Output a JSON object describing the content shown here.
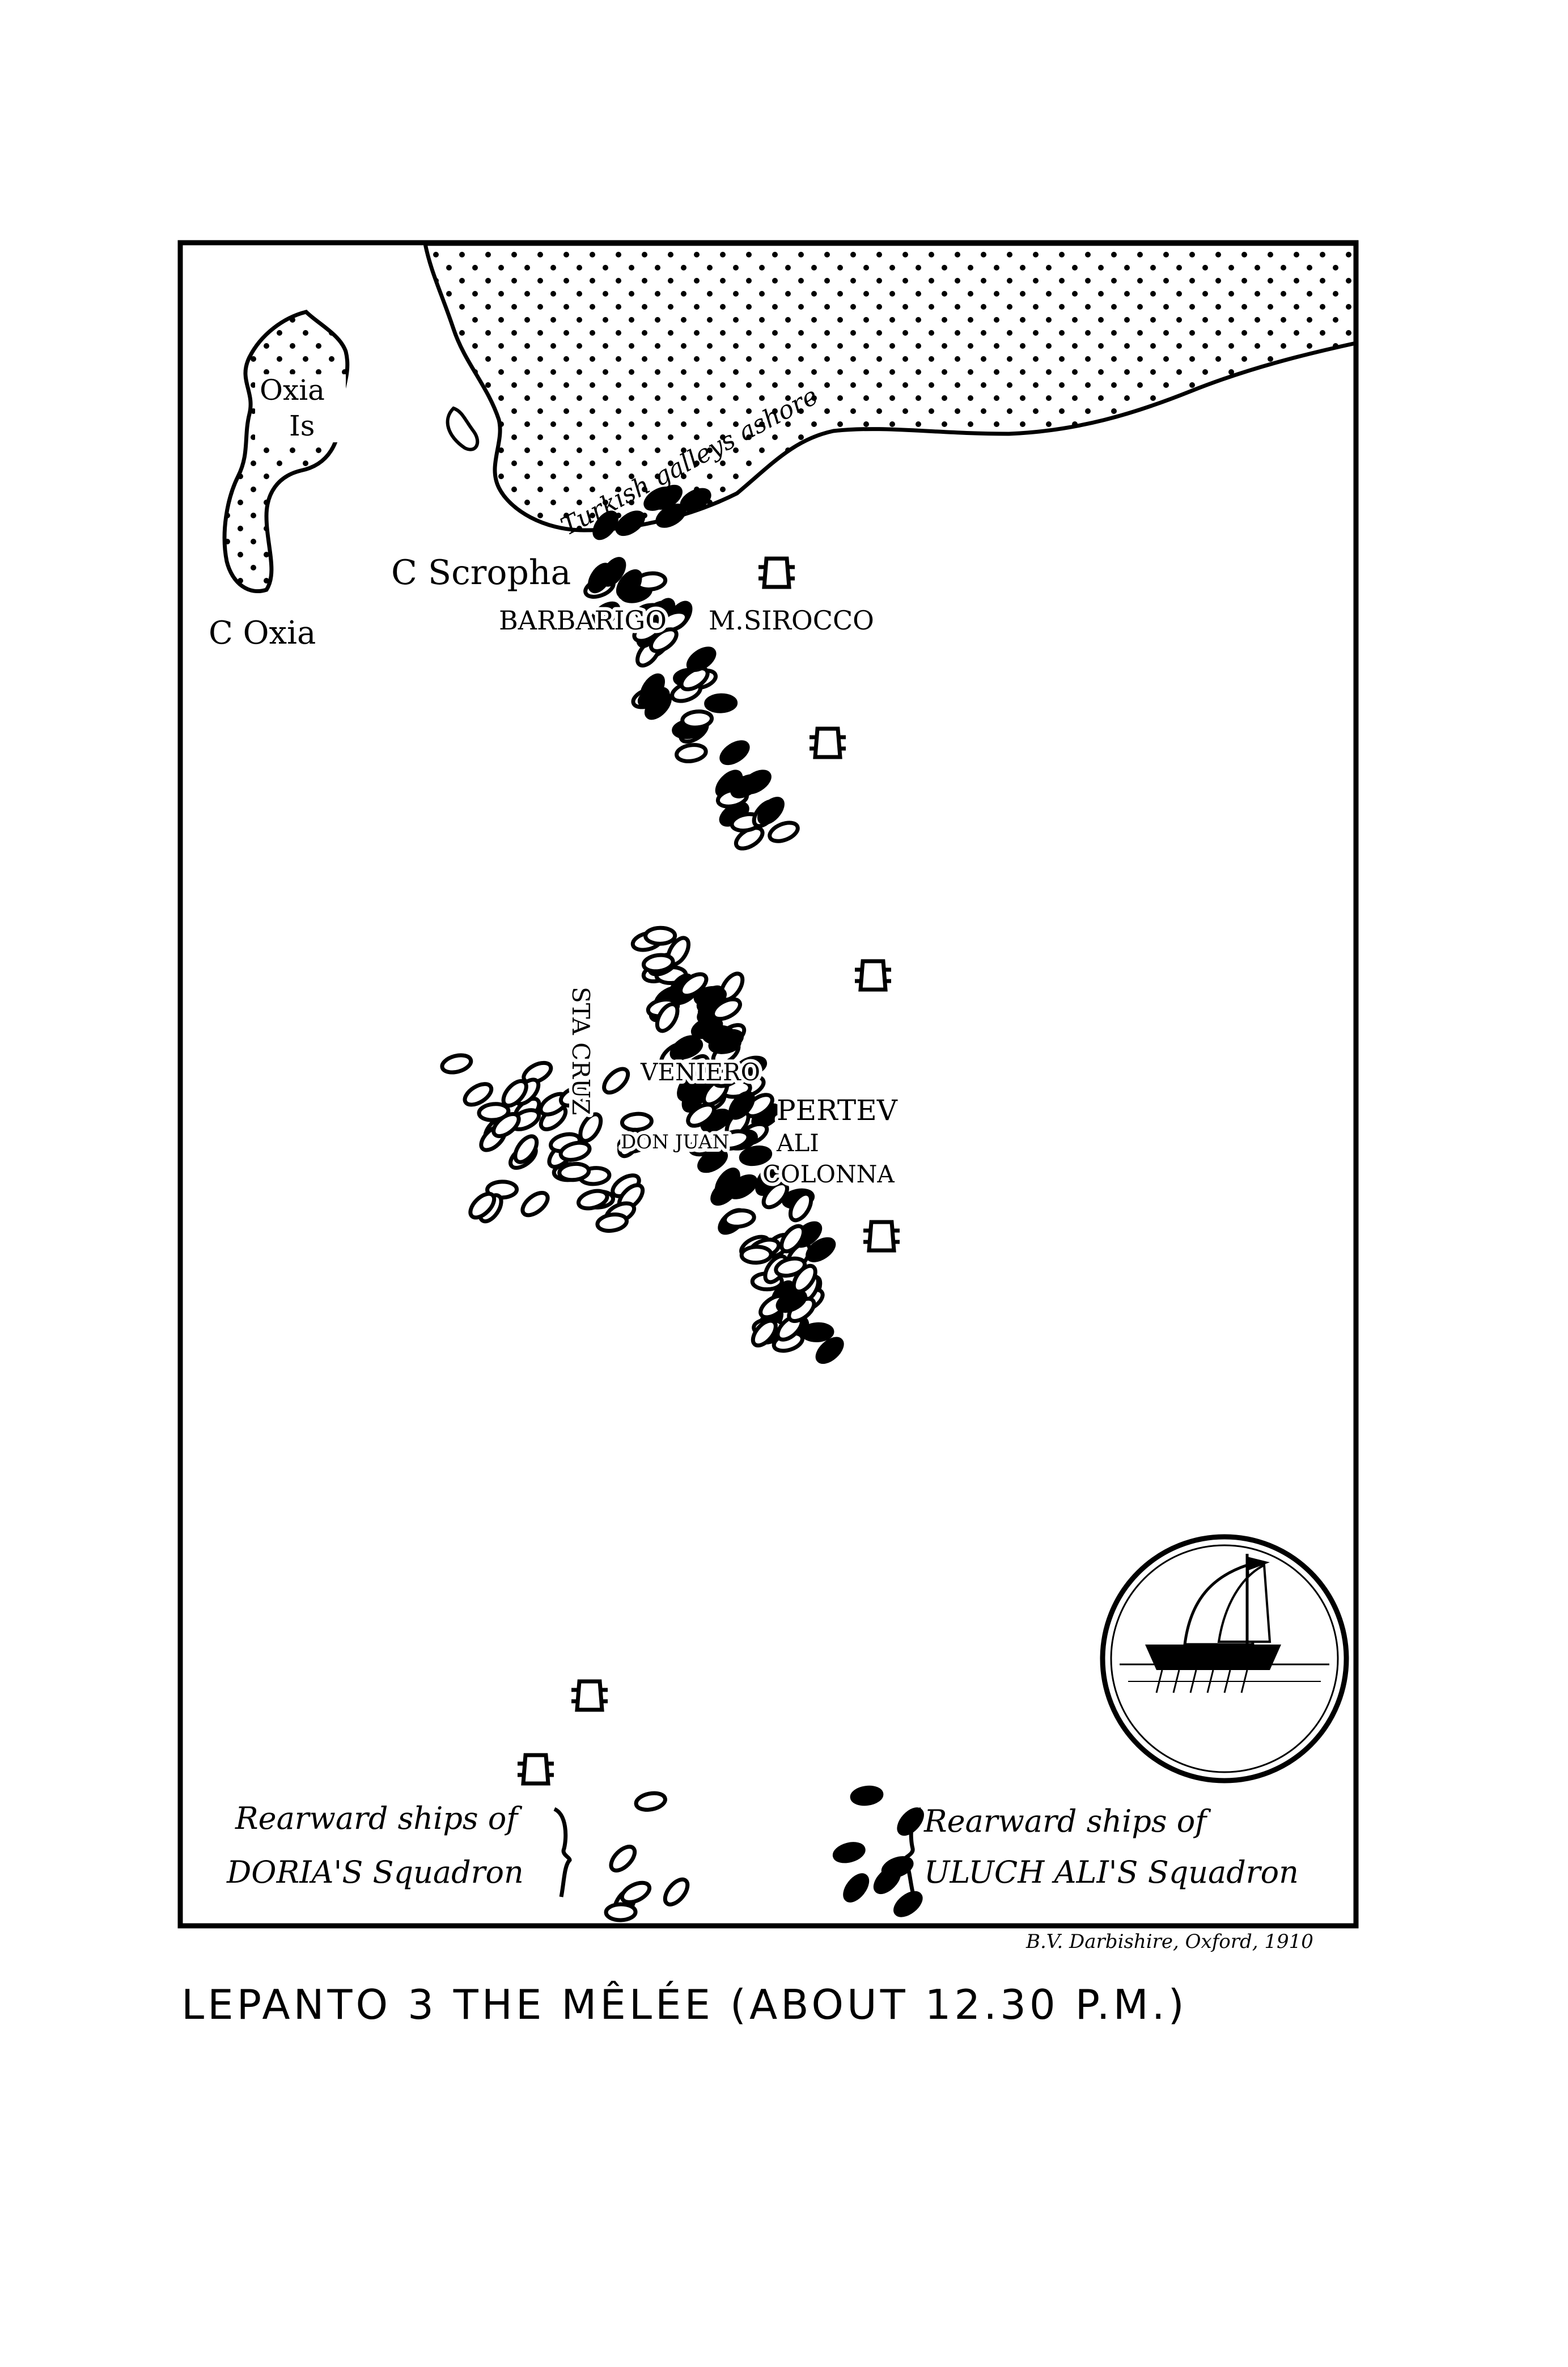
{
  "map": {
    "title": "LEPANTO 3 THE MÊLÉE (ABOUT 12.30 P.M.)",
    "signature": "B.V. Darbishire, Oxford, 1910",
    "places": {
      "oxia_island_1": "Oxia",
      "oxia_island_2": "Is",
      "cape_oxia": "C Oxia",
      "cape_scropha": "C Scropha",
      "turkish_galleys": "Turkish galleys ashore"
    },
    "commanders": {
      "barbarigo": "BARBARIGO",
      "sirocco": "M.SIROCCO",
      "santa_cruz": "STA CRUZ",
      "veniero": "VENIERO",
      "don_juan": "DON JUAN",
      "pertev": "PERTEV",
      "ali": "ALI",
      "colonna": "COLONNA"
    },
    "legend": {
      "left_line1": "Rearward ships of",
      "left_line2": "DORIA'S Squadron",
      "right_line1": "Rearward ships of",
      "right_line2": "ULUCH ALI'S Squadron"
    },
    "colors": {
      "ink": "#000000",
      "paper": "#ffffff"
    }
  }
}
